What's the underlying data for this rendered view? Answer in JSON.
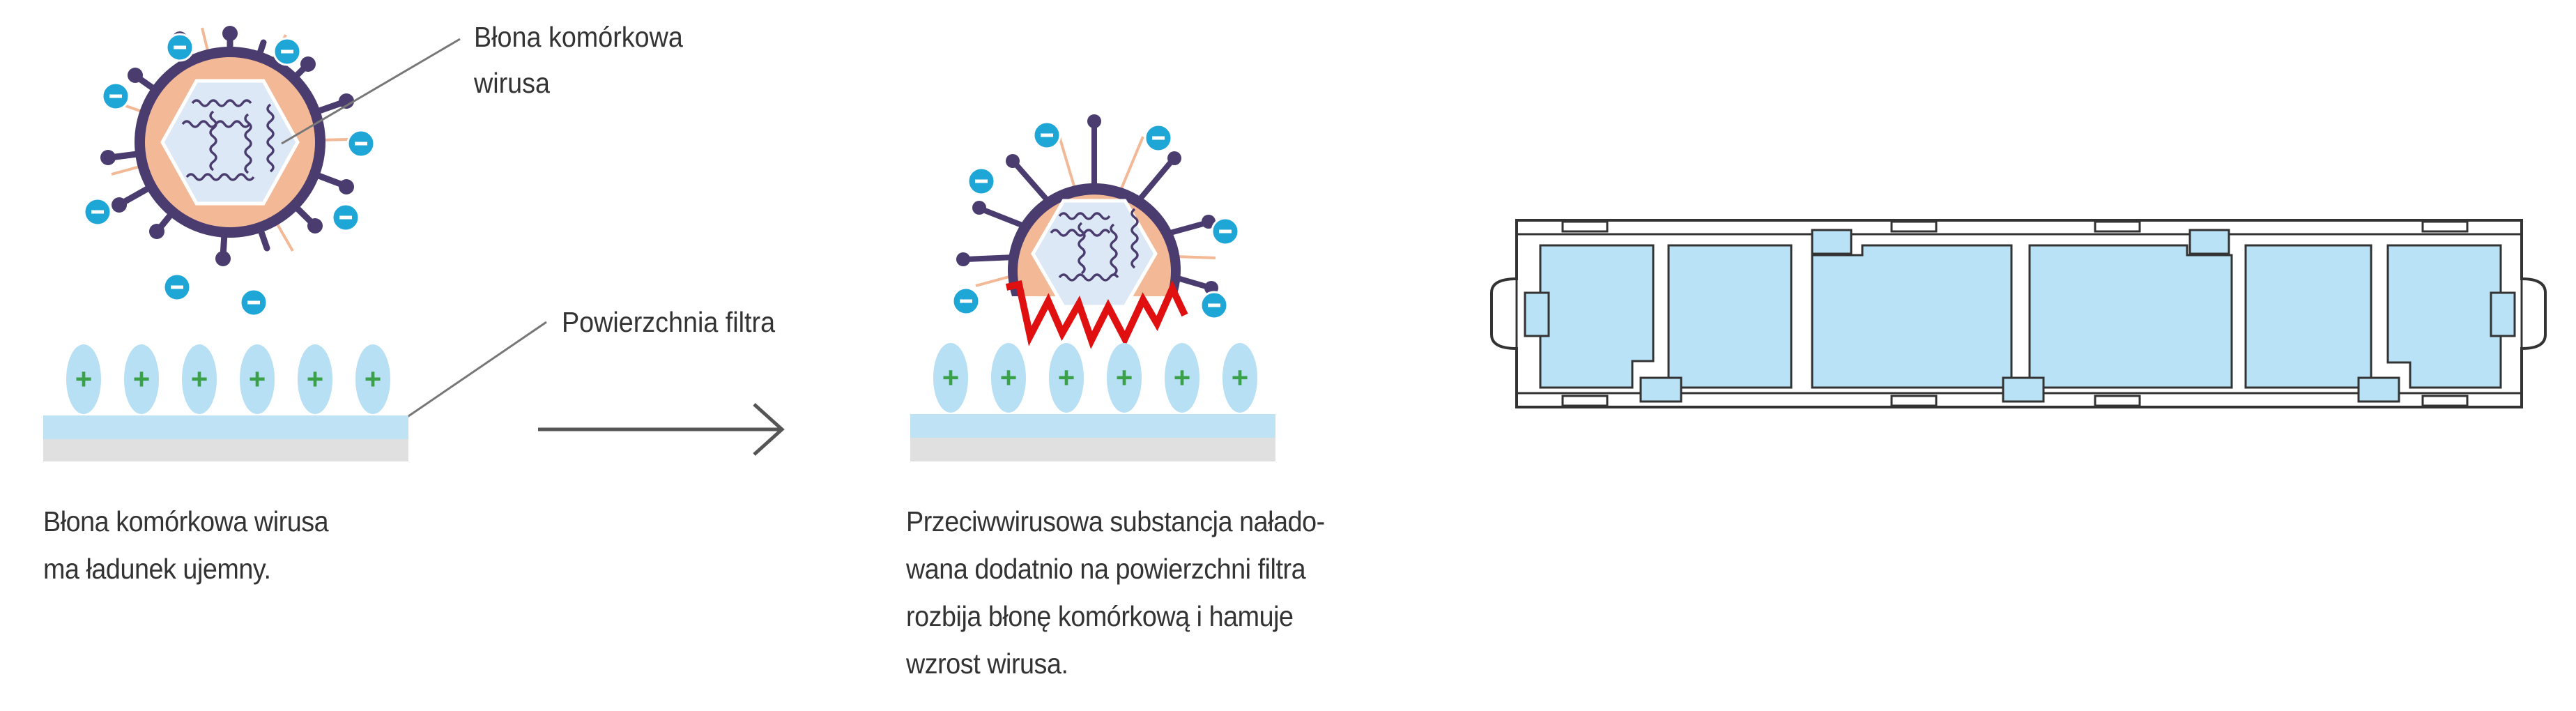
{
  "labels": {
    "membrane": [
      "Błona komórkowa",
      "wirusa"
    ],
    "surface": "Powierzchnia filtra"
  },
  "captions": {
    "left": [
      "Błona komórkowa wirusa",
      "ma ładunek ujemny."
    ],
    "right": [
      "Przeciwwirusowa substancja nałado-",
      "wana dodatnio na powierzchni filtra",
      "rozbija błonę komórkową i hamuje",
      "wzrost wirusa."
    ]
  },
  "charges": {
    "negative": "−",
    "positive": "+"
  },
  "colors": {
    "spike": "#4a3c6e",
    "envelope": "#f3b896",
    "capsid": "#dce8f5",
    "negative": "#1ea6d6",
    "positive": "#3aa04a",
    "positive_bg": "#b7e0f4",
    "filter": "#bfe3f5",
    "filter_base": "#e0e0e0",
    "rupture": "#e01010",
    "arrow": "#555555",
    "leader": "#777777",
    "cassette": "#b9e2f6",
    "outline": "#333333"
  }
}
